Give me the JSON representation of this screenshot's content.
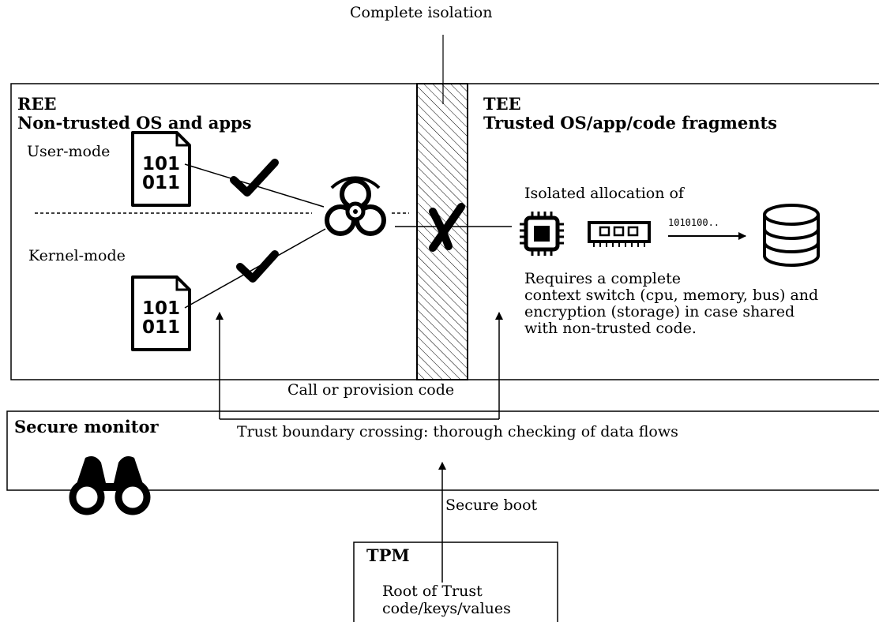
{
  "top_label": "Complete isolation",
  "ree": {
    "title": "REE",
    "subtitle": "Non-trusted OS and apps",
    "user_mode": "User-mode",
    "kernel_mode": "Kernel-mode",
    "file_bits_line1": "101",
    "file_bits_line2": "011"
  },
  "tee": {
    "title": "TEE",
    "subtitle": "Trusted OS/app/code fragments",
    "isolated_allocation": "Isolated allocation of",
    "bit_stream": "1010100..",
    "requires_lines": [
      "Requires a complete",
      "context switch (cpu, memory, bus) and",
      "encryption (storage) in case shared",
      "with non-trusted code."
    ]
  },
  "call_provision": "Call or provision code",
  "secure_monitor": {
    "title": "Secure monitor",
    "description": "Trust boundary crossing: thorough checking of data flows"
  },
  "secure_boot": "Secure boot",
  "tpm": {
    "title": "TPM",
    "line1": "Root of Trust",
    "line2": "code/keys/values"
  },
  "icons": [
    "file-icon",
    "check-icon",
    "biohazard-icon",
    "cross-icon",
    "cpu-chip-icon",
    "memory-module-icon",
    "database-icon",
    "binoculars-icon"
  ]
}
